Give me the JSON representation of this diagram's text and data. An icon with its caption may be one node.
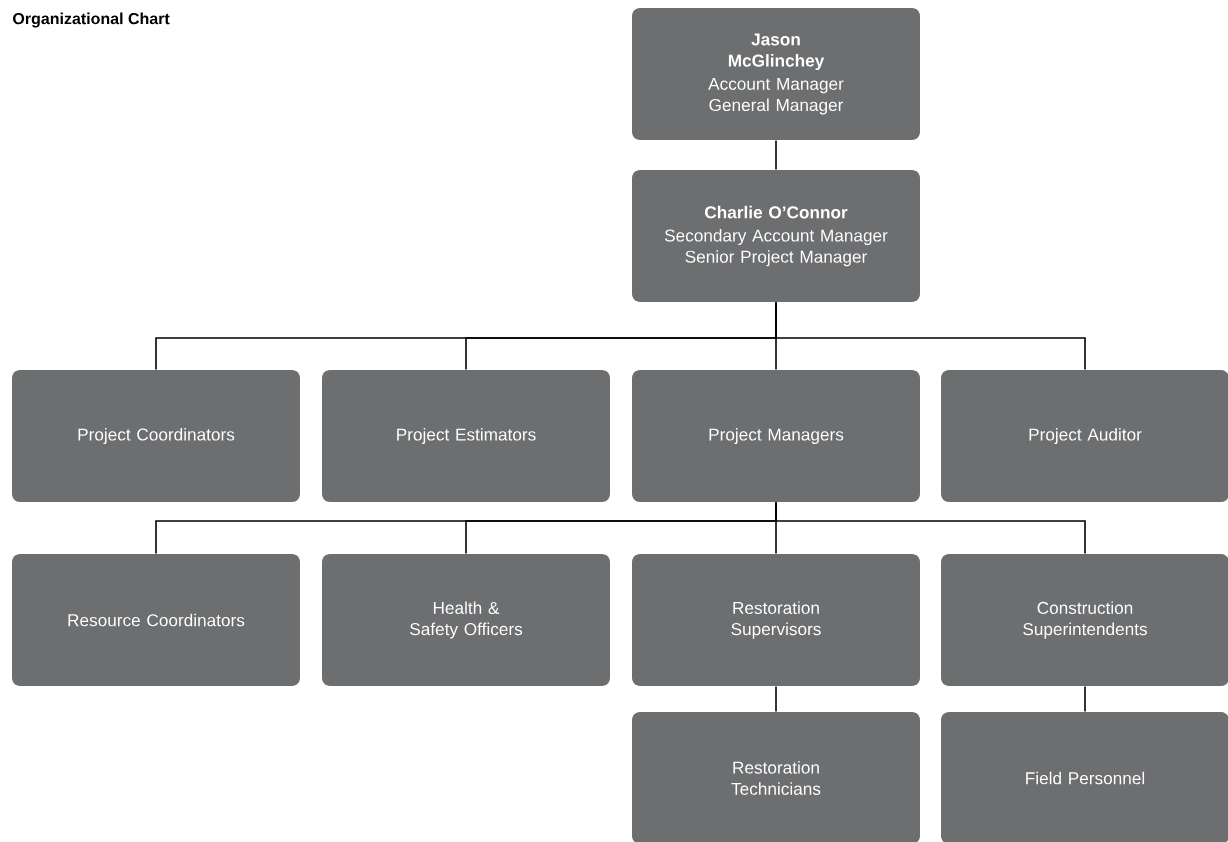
{
  "diagram": {
    "title": "Organizational Chart",
    "nodes": [
      {
        "text": [
          "Jason McGlinchey",
          "Account Manager General Manager"
        ]
      },
      {
        "text": [
          "Charlie O’Connor",
          "Secondary Account Manager Senior Project Manager"
        ]
      },
      {
        "text": [
          "Project Coordinators"
        ]
      },
      {
        "text": [
          "Project Estimators"
        ]
      },
      {
        "text": [
          "Project Managers"
        ]
      },
      {
        "text": [
          "Project Auditor"
        ]
      },
      {
        "text": [
          "Resource Coordinators"
        ]
      },
      {
        "text": [
          "Health & Safety Officers"
        ]
      },
      {
        "text": [
          "Restoration Supervisors"
        ]
      },
      {
        "text": [
          "Construction Superintendents"
        ]
      },
      {
        "text": [
          "Restoration Technicians"
        ]
      },
      {
        "text": [
          "Field Personnel"
        ]
      }
    ],
    "edges": [
      {
        "from": 0,
        "to": 1,
        "arrow": "none"
      },
      {
        "from": 1,
        "to": 2,
        "arrow": "none"
      },
      {
        "from": 1,
        "to": 3,
        "arrow": "none"
      },
      {
        "from": 1,
        "to": 4,
        "arrow": "none"
      },
      {
        "from": 1,
        "to": 5,
        "arrow": "none"
      },
      {
        "from": 4,
        "to": 6,
        "arrow": "none"
      },
      {
        "from": 4,
        "to": 7,
        "arrow": "none"
      },
      {
        "from": 4,
        "to": 8,
        "arrow": "none"
      },
      {
        "from": 4,
        "to": 9,
        "arrow": "none"
      },
      {
        "from": 8,
        "to": 10,
        "arrow": "none"
      },
      {
        "from": 9,
        "to": 11,
        "arrow": "none"
      }
    ]
  }
}
